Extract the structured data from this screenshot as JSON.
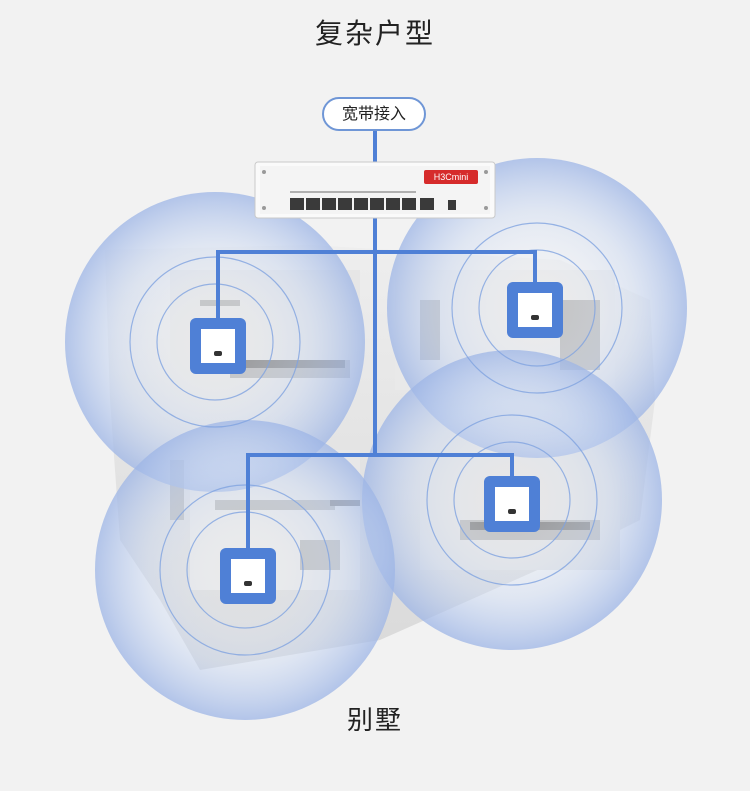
{
  "title": "复杂户型",
  "broadband_label": "宽带接入",
  "house_label": "别墅",
  "switch": {
    "brand": "H3Cmini"
  },
  "colors": {
    "line": "#4f80d6",
    "ap_fill": "#4f80d6",
    "coverage": "#a9c0ea",
    "background": "#f2f2f2"
  },
  "icons": [
    "switch-icon",
    "wireless-ap-icon",
    "coverage-bubble"
  ]
}
